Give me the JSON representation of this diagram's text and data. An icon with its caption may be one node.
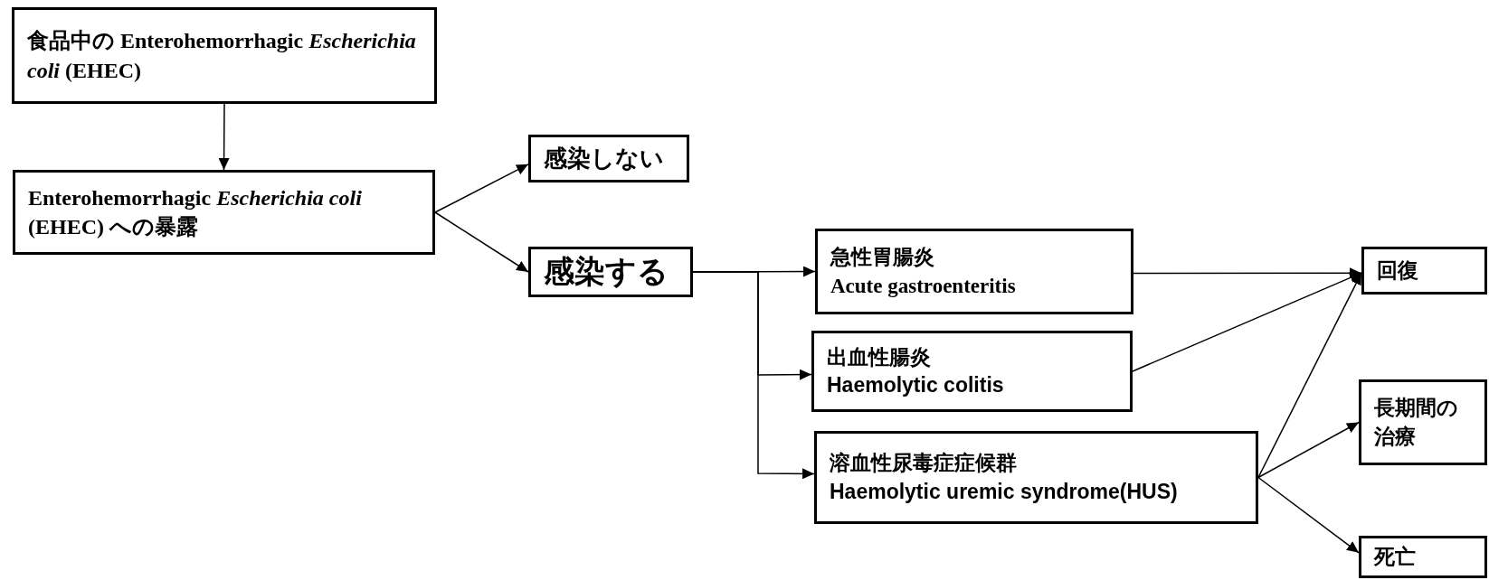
{
  "diagram": {
    "nodes": [
      {
        "text": [
          "食品中の Enterohemorrhagic *Escherichia coli* (EHEC)"
        ]
      },
      {
        "text": [
          "Enterohemorrhagic *Escherichia coli* (EHEC) への暴露"
        ]
      },
      {
        "text": [
          "感染しない"
        ]
      },
      {
        "text": [
          "感染する"
        ]
      },
      {
        "text": [
          "急性胃腸炎",
          "Acute gastroenteritis"
        ]
      },
      {
        "text": [
          "出血性腸炎",
          "Haemolytic colitis"
        ]
      },
      {
        "text": [
          "溶血性尿毒症症候群",
          "Haemolytic uremic syndrome(HUS)"
        ]
      },
      {
        "text": [
          "回復"
        ]
      },
      {
        "text": [
          "長期間の治療"
        ]
      },
      {
        "text": [
          "死亡"
        ]
      }
    ],
    "edges": [
      {
        "from": 0,
        "to": 1,
        "arrow": "to"
      },
      {
        "from": 1,
        "to": 2,
        "arrow": "to"
      },
      {
        "from": 1,
        "to": 3,
        "arrow": "to"
      },
      {
        "from": 3,
        "to": 4,
        "arrow": "to"
      },
      {
        "from": 3,
        "to": 5,
        "arrow": "to"
      },
      {
        "from": 3,
        "to": 6,
        "arrow": "to"
      },
      {
        "from": 4,
        "to": 7,
        "arrow": "to"
      },
      {
        "from": 5,
        "to": 7,
        "arrow": "to"
      },
      {
        "from": 6,
        "to": 7,
        "arrow": "to"
      },
      {
        "from": 6,
        "to": 8,
        "arrow": "to"
      },
      {
        "from": 6,
        "to": 9,
        "arrow": "to"
      }
    ]
  }
}
